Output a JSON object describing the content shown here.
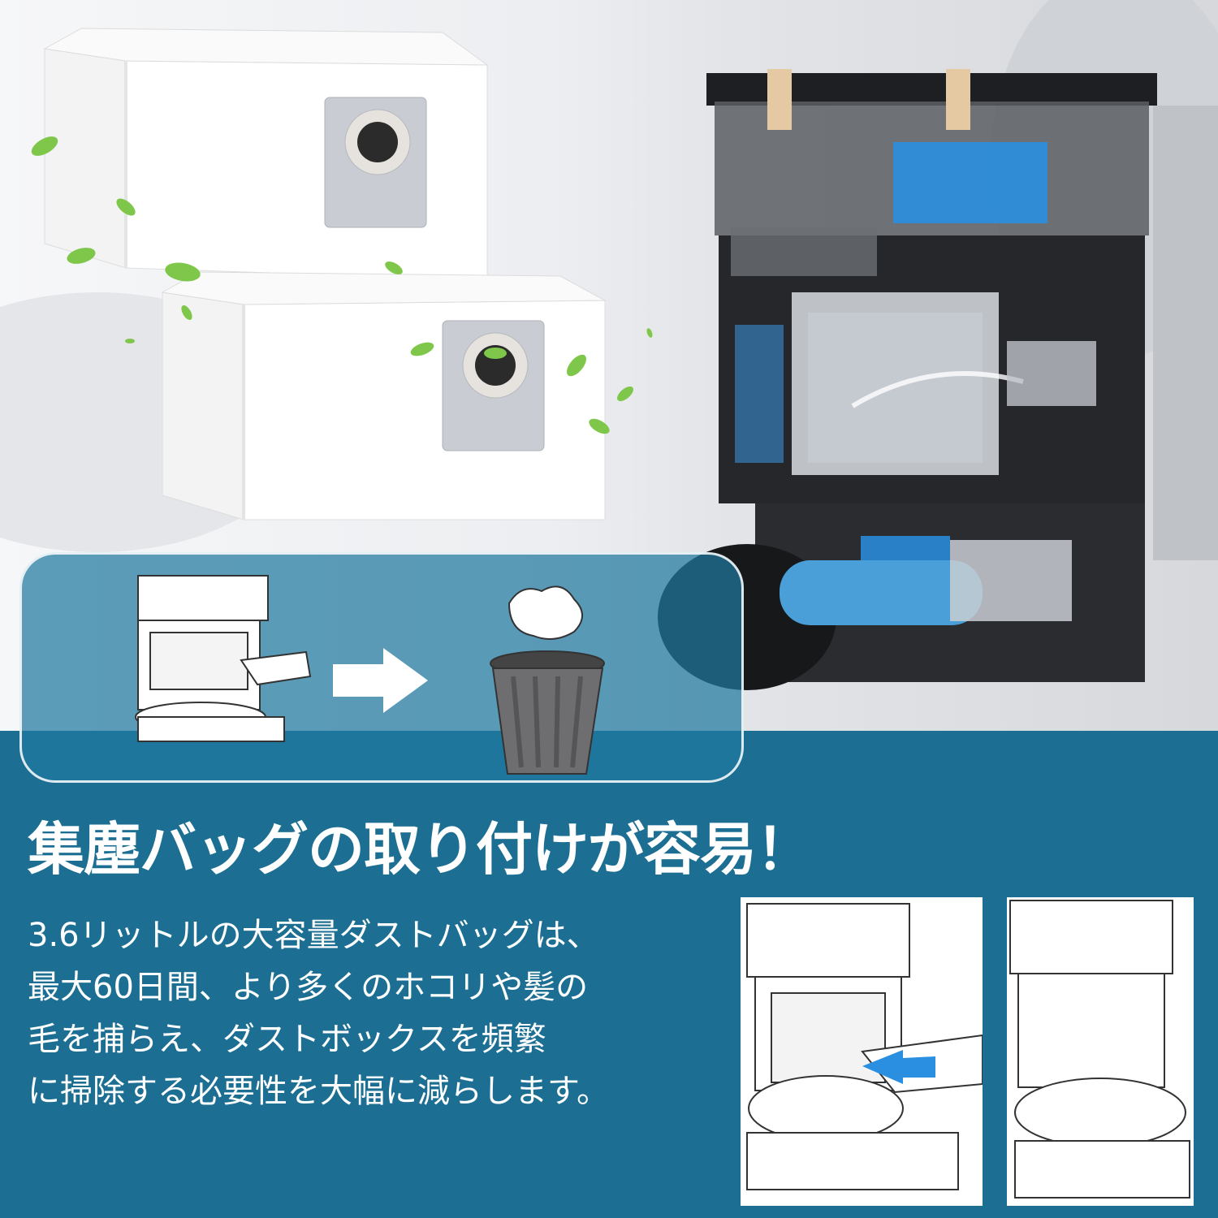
{
  "headline": "集塵バッグの取り付けが容易！",
  "description": {
    "lines": [
      "3.6リットルの大容量ダストバッグは、",
      "最大60日間、より多くのホコリや髪の",
      "毛を捕らえ、ダストボックスを頻繁",
      "に掃除する必要性を大幅に減らします。"
    ]
  },
  "colors": {
    "brand_blue": "#1c6f93",
    "panel_blue": "#2a83ad",
    "leaf_green": "#7fc74a",
    "water_blue": "#2a8fe0"
  },
  "icons": {
    "arrow": "right-arrow-icon",
    "trash": "trash-can-icon",
    "push": "insert-arrow-icon"
  }
}
